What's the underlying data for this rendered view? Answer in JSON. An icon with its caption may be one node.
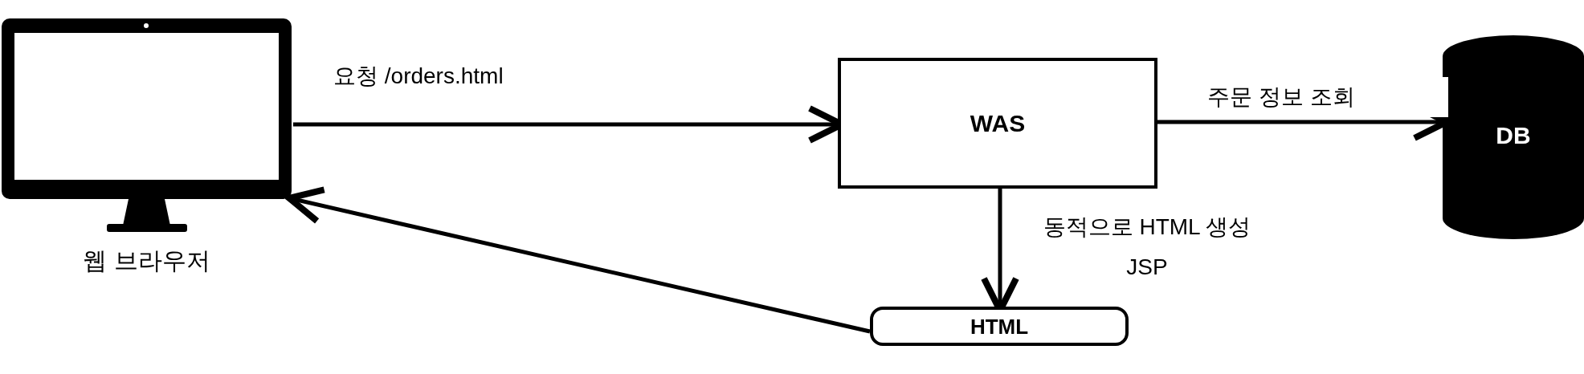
{
  "diagram": {
    "nodes": [
      {
        "text": [
          "웹 브라우저"
        ]
      },
      {
        "text": [
          "WAS"
        ]
      },
      {
        "text": [
          "DB"
        ]
      },
      {
        "text": [
          "HTML"
        ]
      }
    ],
    "edges": [
      {
        "from": 0,
        "to": 1,
        "arrow": "to",
        "label": "요청 /orders.html"
      },
      {
        "from": 1,
        "to": 2,
        "arrow": "to",
        "label": "주문 정보 조회"
      },
      {
        "from": 1,
        "to": 3,
        "arrow": "to",
        "label": "동적으로 HTML 생성 JSP"
      },
      {
        "from": 3,
        "to": 0,
        "arrow": "to"
      }
    ]
  }
}
